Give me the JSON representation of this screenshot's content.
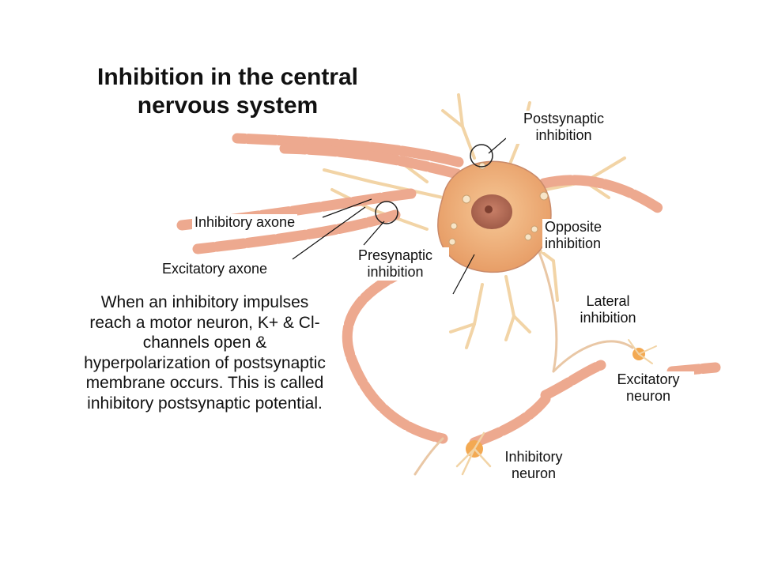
{
  "title": "Inhibition in the central nervous system",
  "labels": {
    "postsynaptic": "Postsynaptic inhibition",
    "inhibitory_axone": "Inhibitory axone",
    "opposite": "Opposite inhibition",
    "presynaptic": "Presynaptic inhibition",
    "excitatory_axone": "Excitatory axone",
    "lateral": "Lateral inhibition",
    "excitatory_neuron": "Excitatory neuron",
    "inhibitory_neuron": "Inhibitory neuron"
  },
  "description": "When an inhibitory impulses reach a motor neuron, K+ & Cl- channels open & hyperpolarization of postsynaptic membrane occurs. This is called inhibitory postsynaptic potential.",
  "colors": {
    "soma": "#f0b27a",
    "nucleus": "#b56a52",
    "myelin": "#eda98f",
    "dendrite": "#f2d4a6",
    "outline": "#c98a6a"
  }
}
